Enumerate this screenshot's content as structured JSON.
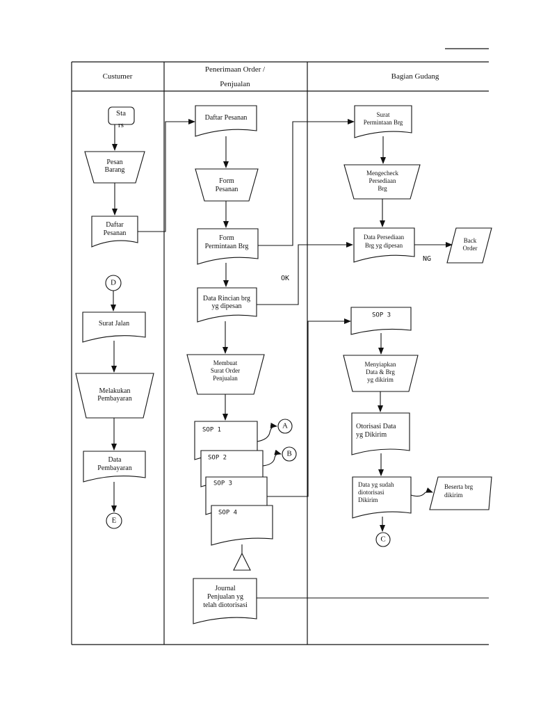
{
  "lanes": {
    "customer": [
      "Custumer"
    ],
    "order": [
      "Penerimaan Order /",
      "Penjualan"
    ],
    "warehouse": [
      "Bagian Gudang"
    ]
  },
  "nodes": {
    "start": [
      "Sta",
      "rs"
    ],
    "pesan_barang": [
      "Pesan",
      "Barang"
    ],
    "daftar_pesanan_c": [
      "Daftar",
      "Pesanan"
    ],
    "conn_d": "D",
    "surat_jalan": [
      "Surat Jalan"
    ],
    "melakukan_pembayaran": [
      "Melakukan",
      "Pembayaran"
    ],
    "data_pembayaran": [
      "Data",
      "Pembayaran"
    ],
    "conn_e": "E",
    "daftar_pesanan_o": [
      "Daftar Pesanan"
    ],
    "form_pesanan": [
      "Form",
      "Pesanan"
    ],
    "form_permintaan": [
      "Form",
      "Permintaan Brg"
    ],
    "data_rincian": [
      "Data Rincian brg",
      "yg dipesan"
    ],
    "membuat_sop": [
      "Membuat",
      "Surat Order",
      "Penjualan"
    ],
    "sop1": "SOP 1",
    "sop2": "SOP 2",
    "sop3": "SOP 3",
    "sop4": "SOP 4",
    "conn_a": "A",
    "conn_b": "B",
    "journal": [
      "Journal",
      "Penjualan yg",
      "telah diotorisasi"
    ],
    "surat_permintaan": [
      "Surat",
      "Permintaan Brg"
    ],
    "mengecheck": [
      "Mengecheck",
      "Persediaan",
      "Brg"
    ],
    "data_persediaan": [
      "Data Persediaan",
      "Brg yg dipesan"
    ],
    "back_order": [
      "Back",
      "Order"
    ],
    "sop3_w": "SOP 3",
    "menyiapkan": [
      "Menyiapkan",
      "Data & Brg",
      "yg dikirim"
    ],
    "otorisasi": [
      "Otorisasi Data",
      "yg Dikirim"
    ],
    "data_sudah": [
      "Data yg sudah",
      "diotorisasi",
      "Dikirim"
    ],
    "beserta": [
      "Beserta brg",
      "dikirim"
    ],
    "conn_c": "C"
  },
  "labels": {
    "ok": "OK",
    "ng": "NG"
  }
}
